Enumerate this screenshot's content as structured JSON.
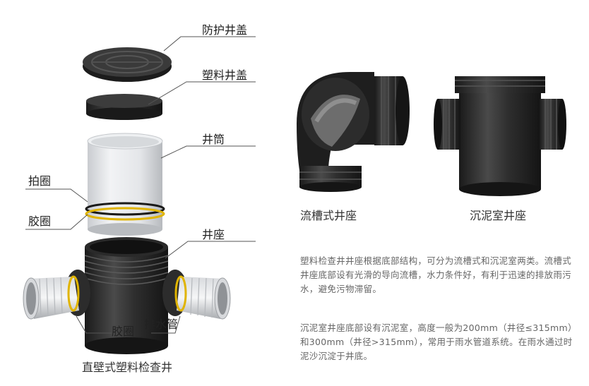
{
  "left_diagram": {
    "caption": "直壁式塑料检查井",
    "labels": {
      "protective_cover": "防护井盖",
      "plastic_cover": "塑料井盖",
      "shaft": "井筒",
      "clamp_ring": "拍圈",
      "rubber_ring_upper": "胶圈",
      "base": "井座",
      "rubber_ring_lower": "胶圈",
      "drain_pipe": "排水管"
    }
  },
  "right_figures": {
    "flow_channel_caption": "流槽式井座",
    "sediment_caption": "沉泥室井座"
  },
  "description": {
    "paragraph1": "塑料检查井井座根据底部结构，可分为流槽式和沉泥室两类。流槽式井座底部设有光滑的导向流槽，水力条件好，有利于迅速的排放雨污水，避免污物滞留。",
    "paragraph2": "沉泥室井座底部设有沉泥室，高度一般为200mm（井径≤315mm）和300mm（井径>315mm），常用于雨水管道系统。在雨水通过时泥沙沉淀于井底。"
  }
}
